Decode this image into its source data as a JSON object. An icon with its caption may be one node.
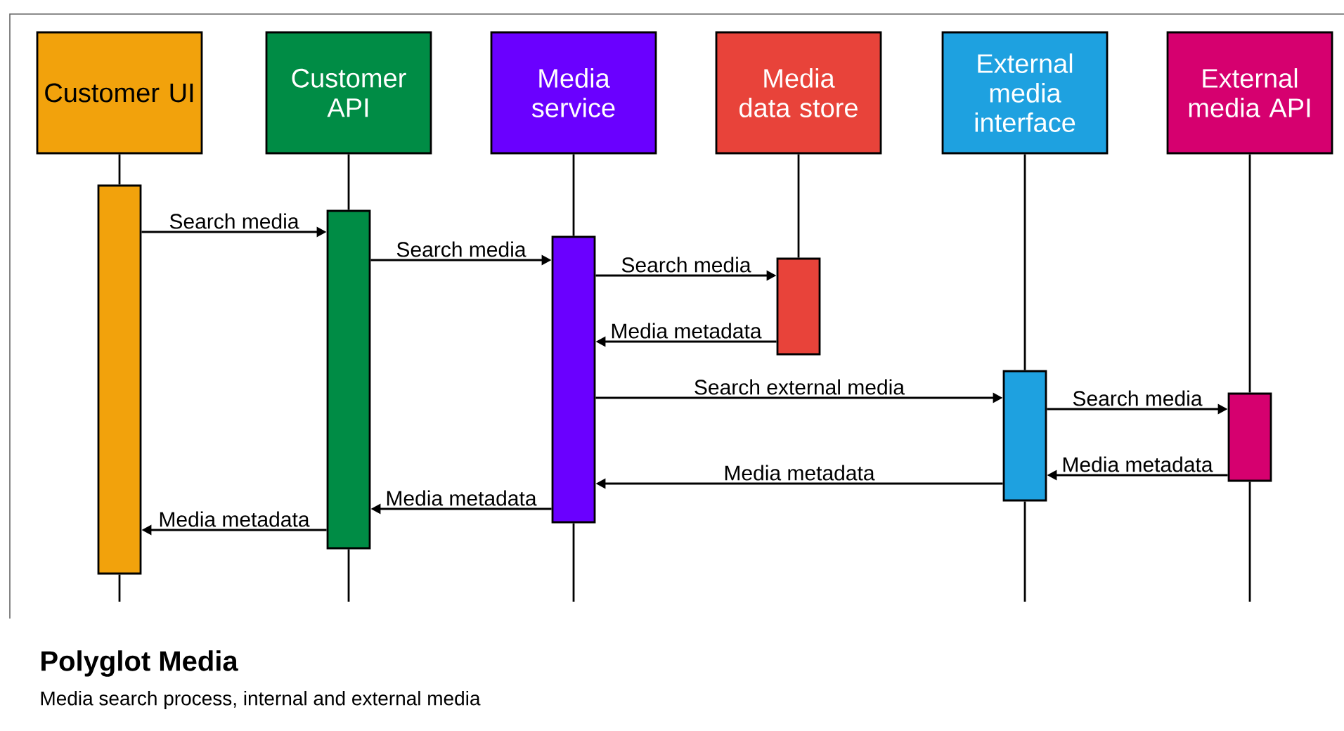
{
  "diagram": {
    "title": "Polyglot Media",
    "caption": "Media search process, internal and external media",
    "nodes": [
      {
        "text": [
          "Customer UI"
        ]
      },
      {
        "text": [
          "Customer API"
        ]
      },
      {
        "text": [
          "Media service"
        ]
      },
      {
        "text": [
          "Media data store"
        ]
      },
      {
        "text": [
          "External media interface"
        ]
      },
      {
        "text": [
          "External media API"
        ]
      },
      {
        "text": [],
        "shape": "bar"
      },
      {
        "text": [],
        "shape": "bar"
      },
      {
        "text": [],
        "shape": "bar"
      },
      {
        "text": [],
        "shape": "bar"
      },
      {
        "text": [],
        "shape": "bar"
      },
      {
        "text": [],
        "shape": "bar"
      }
    ],
    "edges": [
      {
        "from": 0,
        "to": 6,
        "arrow": "none"
      },
      {
        "from": 1,
        "to": 7,
        "arrow": "none"
      },
      {
        "from": 2,
        "to": 8,
        "arrow": "none"
      },
      {
        "from": 3,
        "to": 9,
        "arrow": "none"
      },
      {
        "from": 4,
        "to": 10,
        "arrow": "none"
      },
      {
        "from": 5,
        "to": 11,
        "arrow": "none"
      },
      {
        "from": 6,
        "to": 7,
        "arrow": "to",
        "label": "Search media"
      },
      {
        "from": 7,
        "to": 8,
        "arrow": "to",
        "label": "Search media"
      },
      {
        "from": 8,
        "to": 9,
        "arrow": "to",
        "label": "Search media"
      },
      {
        "from": 9,
        "to": 8,
        "arrow": "to",
        "label": "Media metadata"
      },
      {
        "from": 8,
        "to": 10,
        "arrow": "to",
        "label": "Search external media"
      },
      {
        "from": 10,
        "to": 11,
        "arrow": "to",
        "label": "Search media"
      },
      {
        "from": 11,
        "to": 10,
        "arrow": "to",
        "label": "Media metadata"
      },
      {
        "from": 10,
        "to": 8,
        "arrow": "to",
        "label": "Media metadata"
      },
      {
        "from": 8,
        "to": 7,
        "arrow": "to",
        "label": "Media metadata"
      },
      {
        "from": 7,
        "to": 6,
        "arrow": "to",
        "label": "Media metadata"
      }
    ]
  }
}
